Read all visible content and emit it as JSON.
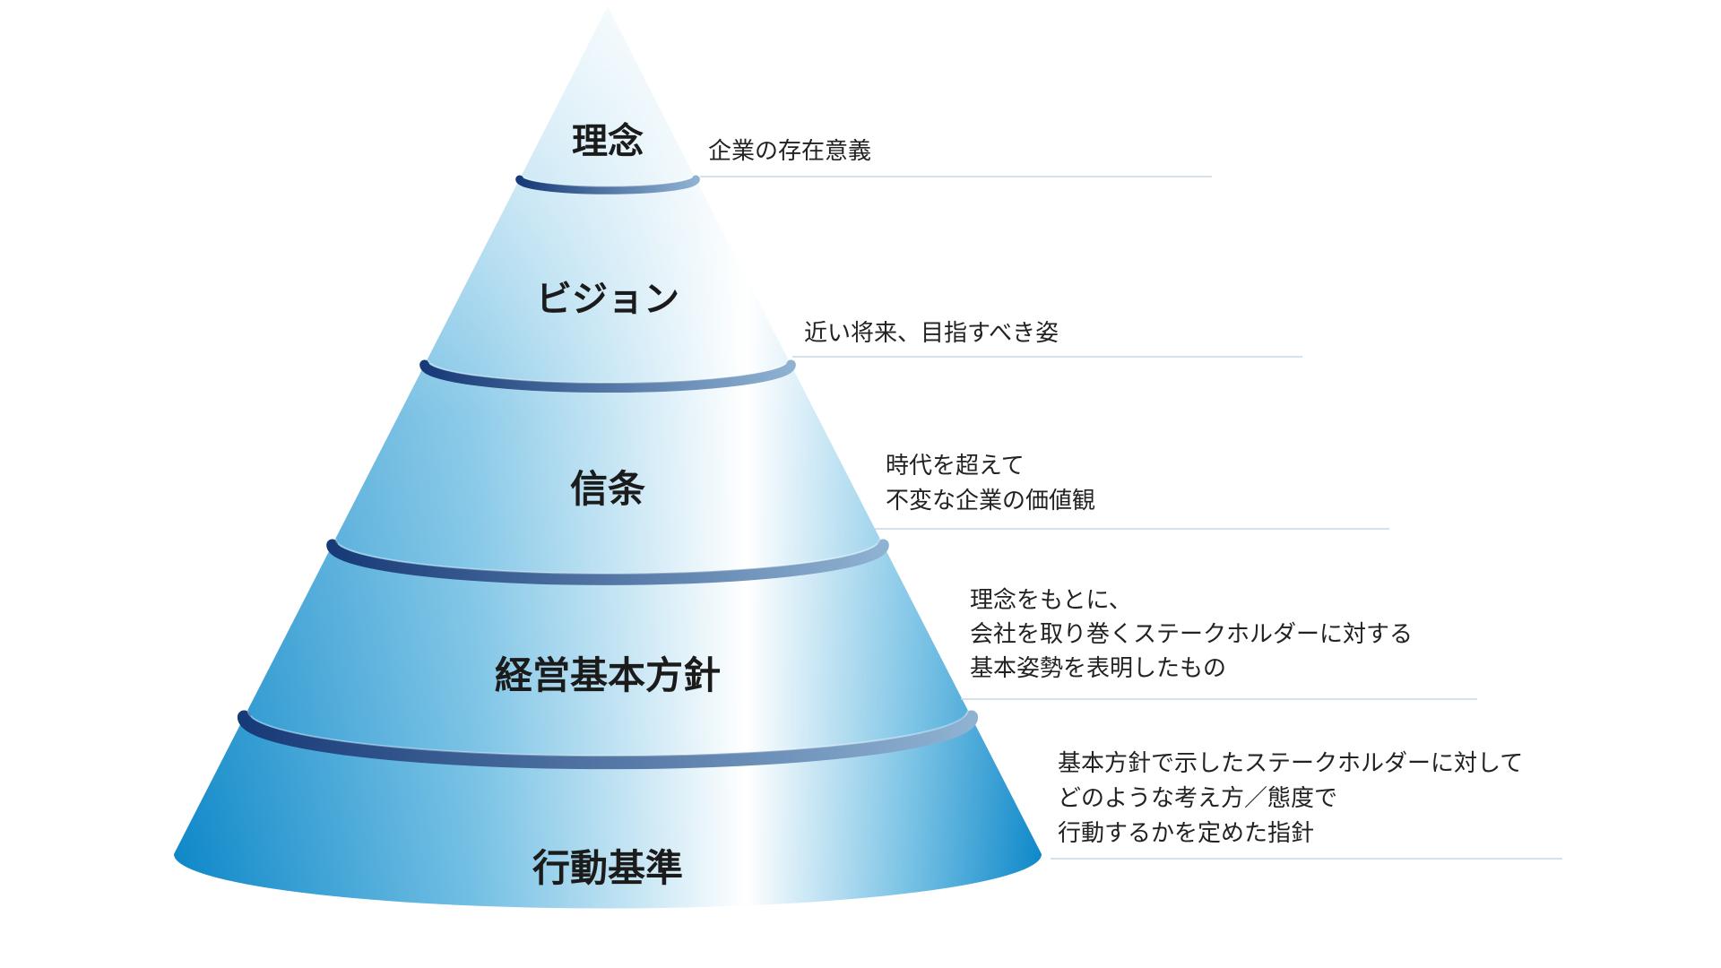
{
  "colors": {
    "cone_dark": "#0a86c8",
    "cone_mid": "#74c0e4",
    "cone_light": "#ffffff",
    "band_dark": "#173a78",
    "band_light": "#8fb2d2",
    "leader_line": "#c6d8e8",
    "label_text": "#1b1b1b",
    "desc_text": "#222222"
  },
  "tiers": [
    {
      "label": "理念",
      "description": [
        "企業の存在意義"
      ]
    },
    {
      "label": "ビジョン",
      "description": [
        "近い将来、目指すべき姿"
      ]
    },
    {
      "label": "信条",
      "description": [
        "時代を超えて",
        "不変な企業の価値観"
      ]
    },
    {
      "label": "経営基本方針",
      "description": [
        "理念をもとに、",
        "会社を取り巻くステークホルダーに対する",
        "基本姿勢を表明したもの"
      ]
    },
    {
      "label": "行動基準",
      "description": [
        "基本方針で示したステークホルダーに対して",
        "どのような考え方／態度で",
        "行動するかを定めた指針"
      ]
    }
  ]
}
